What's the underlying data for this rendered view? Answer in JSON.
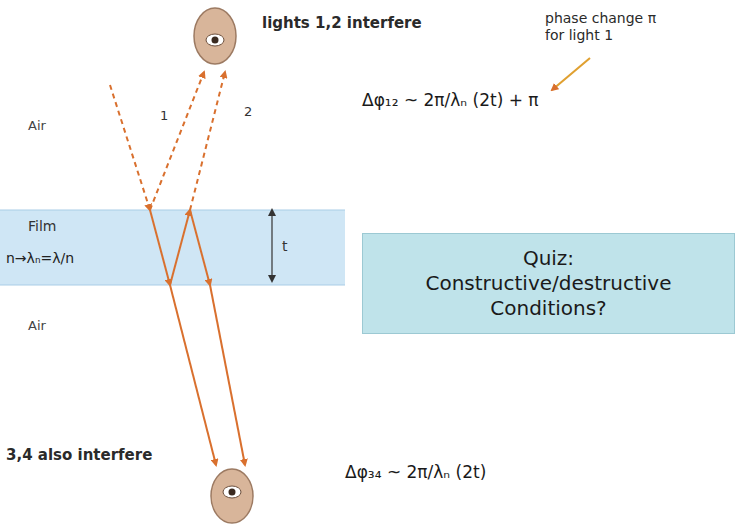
{
  "diagram": {
    "nodes": [
      {
        "text": [
          "Film",
          "n→λₙ=λ/n"
        ]
      },
      {
        "text": [
          "Quiz:",
          "Constructive/destructive Conditions?"
        ]
      }
    ],
    "labels": [
      "lights 1,2 interfere",
      "phase change π for light 1",
      "Δφ₁₂ ~ 2π/λₙ (2t) + π",
      "Air",
      "Air",
      "t",
      "1",
      "2",
      "3,4 also interfere",
      "Δφ₃₄ ~ 2π/λₙ (2t)"
    ]
  }
}
